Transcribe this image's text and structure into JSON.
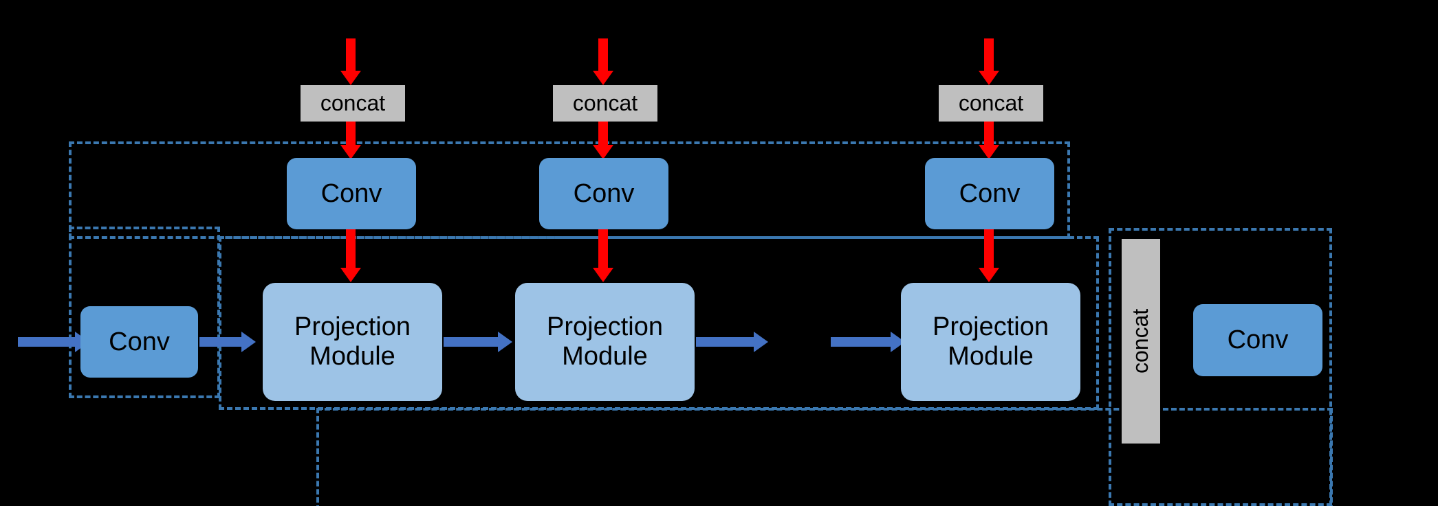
{
  "diagram": {
    "title": "Projection module network architecture",
    "background_color": "#000000",
    "colors": {
      "conv_fill": "#5B9BD5",
      "projection_fill": "#9DC3E6",
      "concat_fill": "#BFBFBF",
      "dashed_border": "#3B78B0",
      "red_arrow": "#FF0000",
      "blue_arrow": "#4472C4",
      "text": "#000000"
    },
    "labels": {
      "conv": "Conv",
      "concat": "concat",
      "projection_module": "Projection\nModule",
      "projection_line1": "Projection",
      "projection_line2": "Module"
    },
    "nodes": [
      {
        "id": "concat-1",
        "label": "concat",
        "type": "concat",
        "orientation": "horizontal"
      },
      {
        "id": "concat-2",
        "label": "concat",
        "type": "concat",
        "orientation": "horizontal"
      },
      {
        "id": "concat-3",
        "label": "concat",
        "type": "concat",
        "orientation": "horizontal"
      },
      {
        "id": "concat-final",
        "label": "concat",
        "type": "concat",
        "orientation": "vertical"
      },
      {
        "id": "conv-input",
        "label": "Conv",
        "type": "conv"
      },
      {
        "id": "conv-top-1",
        "label": "Conv",
        "type": "conv"
      },
      {
        "id": "conv-top-2",
        "label": "Conv",
        "type": "conv"
      },
      {
        "id": "conv-top-3",
        "label": "Conv",
        "type": "conv"
      },
      {
        "id": "conv-output",
        "label": "Conv",
        "type": "conv"
      },
      {
        "id": "projection-1",
        "label": "Projection Module",
        "type": "projection"
      },
      {
        "id": "projection-2",
        "label": "Projection Module",
        "type": "projection"
      },
      {
        "id": "projection-3",
        "label": "Projection Module",
        "type": "projection"
      }
    ],
    "edges": [
      {
        "from": "external-top-1",
        "to": "concat-1",
        "color": "#FF0000",
        "direction": "down"
      },
      {
        "from": "concat-1",
        "to": "conv-top-1",
        "color": "#FF0000",
        "direction": "down"
      },
      {
        "from": "conv-top-1",
        "to": "projection-1",
        "color": "#FF0000",
        "direction": "down"
      },
      {
        "from": "external-top-2",
        "to": "concat-2",
        "color": "#FF0000",
        "direction": "down"
      },
      {
        "from": "concat-2",
        "to": "conv-top-2",
        "color": "#FF0000",
        "direction": "down"
      },
      {
        "from": "conv-top-2",
        "to": "projection-2",
        "color": "#FF0000",
        "direction": "down"
      },
      {
        "from": "external-top-3",
        "to": "concat-3",
        "color": "#FF0000",
        "direction": "down"
      },
      {
        "from": "concat-3",
        "to": "conv-top-3",
        "color": "#FF0000",
        "direction": "down"
      },
      {
        "from": "conv-top-3",
        "to": "projection-3",
        "color": "#FF0000",
        "direction": "down"
      },
      {
        "from": "input",
        "to": "conv-input",
        "color": "#4472C4",
        "direction": "right"
      },
      {
        "from": "conv-input",
        "to": "projection-1",
        "color": "#4472C4",
        "direction": "right"
      },
      {
        "from": "projection-1",
        "to": "projection-2",
        "color": "#4472C4",
        "direction": "right"
      },
      {
        "from": "projection-2",
        "to": "gap",
        "color": "#4472C4",
        "direction": "right"
      },
      {
        "from": "gap",
        "to": "projection-3",
        "color": "#4472C4",
        "direction": "right"
      }
    ],
    "regions": [
      {
        "id": "region-conv-row",
        "style": "dashed"
      },
      {
        "id": "region-projection-row",
        "style": "dashed"
      },
      {
        "id": "region-input-conv",
        "style": "dashed"
      },
      {
        "id": "region-output",
        "style": "dashed"
      },
      {
        "id": "region-skip-bottom",
        "style": "dashed"
      }
    ]
  }
}
